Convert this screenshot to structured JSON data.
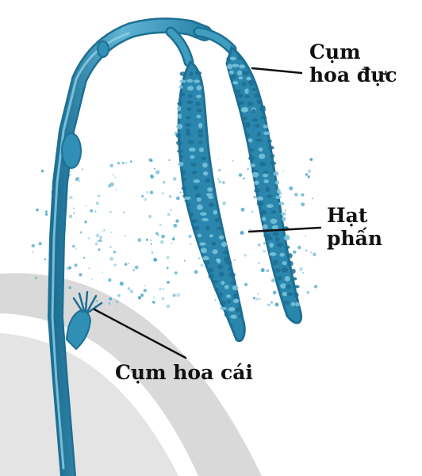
{
  "labels": {
    "male_cluster": {
      "line1": "Cụm",
      "line2": "hoa đực"
    },
    "pollen": {
      "line1": "Hạt",
      "line2": "phấn"
    },
    "female_cluster": "Cụm hoa cái"
  },
  "colors": {
    "plant": "#2f8fb4",
    "plant_dark": "#1d6f93",
    "plant_light": "#7cc4dc",
    "pollen": "#4aa7c8",
    "background_arc": "#d9d9d9",
    "pointer_line": "#111111"
  }
}
